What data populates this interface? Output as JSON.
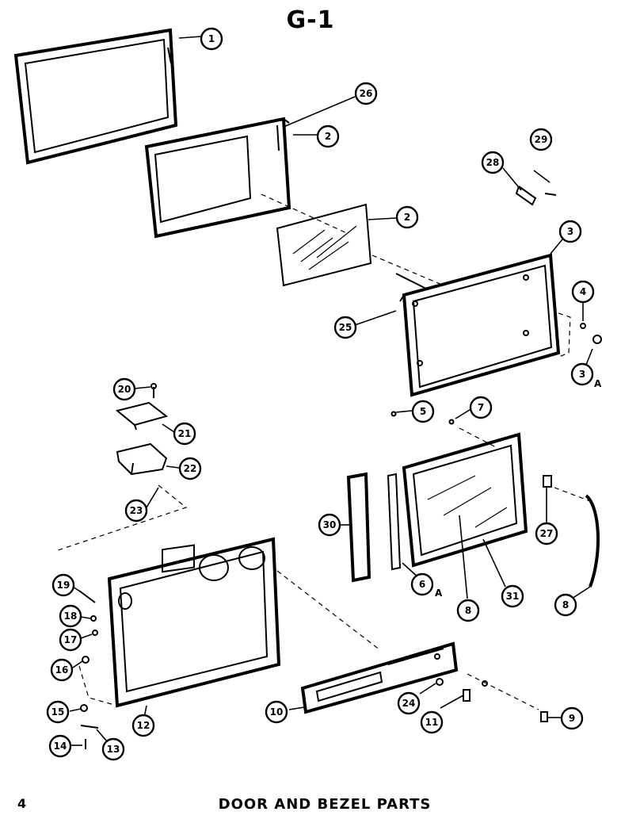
{
  "diagram": {
    "title": "G-1",
    "footer": "DOOR AND BEZEL PARTS",
    "page_number": "4",
    "callouts": [
      {
        "id": "c1",
        "label": "1"
      },
      {
        "id": "c26a",
        "label": "26"
      },
      {
        "id": "c2a",
        "label": "2"
      },
      {
        "id": "c2b",
        "label": "2"
      },
      {
        "id": "c29",
        "label": "29"
      },
      {
        "id": "c28",
        "label": "28"
      },
      {
        "id": "c3",
        "label": "3"
      },
      {
        "id": "c4",
        "label": "4"
      },
      {
        "id": "c25",
        "label": "25"
      },
      {
        "id": "c3a",
        "label": "3"
      },
      {
        "id": "c20",
        "label": "20"
      },
      {
        "id": "c21",
        "label": "21"
      },
      {
        "id": "c22",
        "label": "22"
      },
      {
        "id": "c23",
        "label": "23"
      },
      {
        "id": "c5",
        "label": "5"
      },
      {
        "id": "c7",
        "label": "7"
      },
      {
        "id": "c30",
        "label": "30"
      },
      {
        "id": "c6",
        "label": "6"
      },
      {
        "id": "c8a",
        "label": "8"
      },
      {
        "id": "c31",
        "label": "31"
      },
      {
        "id": "c27",
        "label": "27"
      },
      {
        "id": "c8b",
        "label": "8"
      },
      {
        "id": "c19",
        "label": "19"
      },
      {
        "id": "c18",
        "label": "18"
      },
      {
        "id": "c17",
        "label": "17"
      },
      {
        "id": "c16",
        "label": "16"
      },
      {
        "id": "c15",
        "label": "15"
      },
      {
        "id": "c12",
        "label": "12"
      },
      {
        "id": "c14",
        "label": "14"
      },
      {
        "id": "c13",
        "label": "13"
      },
      {
        "id": "c10",
        "label": "10"
      },
      {
        "id": "c24",
        "label": "24"
      },
      {
        "id": "c11",
        "label": "11"
      },
      {
        "id": "c9",
        "label": "9"
      }
    ],
    "suffix_marks": [
      {
        "id": "s3",
        "label": "A"
      },
      {
        "id": "s6",
        "label": "A"
      }
    ]
  }
}
